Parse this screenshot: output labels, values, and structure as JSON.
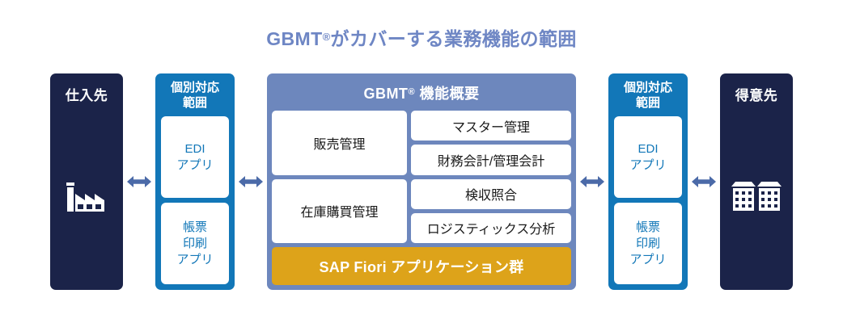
{
  "title": {
    "prefix": "GBMT",
    "registered_mark": "®",
    "suffix": "がカバーする業務機能の範囲",
    "color": "#6e86c4"
  },
  "colors": {
    "party_navy": "#1b2349",
    "scope_blue": "#1277b8",
    "center_panel": "#6d87bd",
    "fiori_gold": "#dda31a",
    "arrow": "#4b6aa8",
    "card_white": "#ffffff"
  },
  "supplier": {
    "label": "仕入先",
    "icon": "factory-icon"
  },
  "customer": {
    "label": "得意先",
    "icon": "office-buildings-icon"
  },
  "scope_left": {
    "heading_line1": "個別対応",
    "heading_line2": "範囲",
    "cards": [
      {
        "lines": [
          "EDI",
          "アプリ"
        ]
      },
      {
        "lines": [
          "帳票",
          "印刷",
          "アプリ"
        ]
      }
    ]
  },
  "scope_right": {
    "heading_line1": "個別対応",
    "heading_line2": "範囲",
    "cards": [
      {
        "lines": [
          "EDI",
          "アプリ"
        ]
      },
      {
        "lines": [
          "帳票",
          "印刷",
          "アプリ"
        ]
      }
    ]
  },
  "gbmt_panel": {
    "head_prefix": "GBMT",
    "head_registered_mark": "®",
    "head_suffix": " 機能概要",
    "rows": [
      {
        "left": "販売管理",
        "right": [
          "マスター管理",
          "財務会計/管理会計"
        ]
      },
      {
        "left": "在庫購買管理",
        "right": [
          "検収照合",
          "ロジスティックス分析"
        ]
      }
    ],
    "footer_bar": "SAP Fiori アプリケーション群"
  },
  "arrows": [
    {
      "name": "arrow-supplier-to-scope",
      "icon": "double-arrow-icon"
    },
    {
      "name": "arrow-scope-to-gbmt",
      "icon": "double-arrow-icon"
    },
    {
      "name": "arrow-gbmt-to-scope",
      "icon": "double-arrow-icon"
    },
    {
      "name": "arrow-scope-to-customer",
      "icon": "double-arrow-icon"
    }
  ]
}
